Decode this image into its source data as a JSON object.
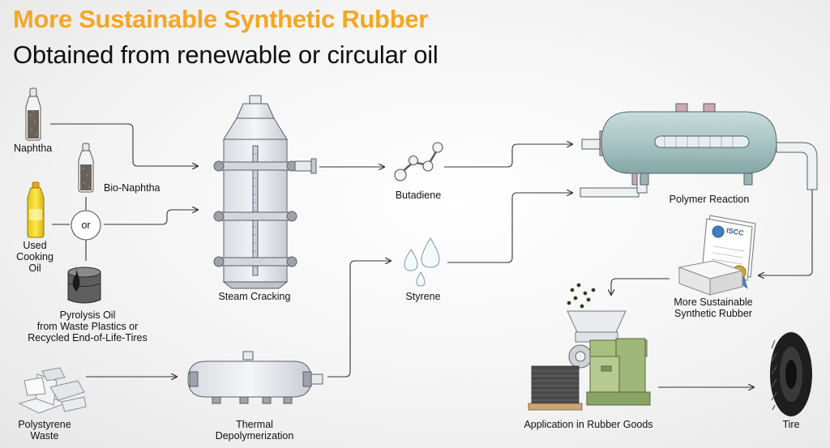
{
  "header": {
    "title": "More Sustainable Synthetic Rubber",
    "subtitle": "Obtained from renewable or circular oil"
  },
  "inputs": {
    "naphtha": "Naphtha",
    "bio_naphtha": "Bio-Naphtha",
    "or": "or",
    "used_cooking_oil": [
      "Used",
      "Cooking",
      "Oil"
    ],
    "pyrolysis_oil": [
      "Pyrolysis Oil",
      "from Waste Plastics or",
      "Recycled End-of-Life-Tires"
    ],
    "polystyrene_waste": [
      "Polystyrene",
      "Waste"
    ]
  },
  "processes": {
    "steam_cracking": "Steam Cracking",
    "thermal_depolymerization": [
      "Thermal",
      "Depolymerization"
    ],
    "butadiene": "Butadiene",
    "styrene": "Styrene",
    "polymer_reaction": "Polymer Reaction",
    "sustainable_rubber": [
      "More Sustainable",
      "Synthetic Rubber"
    ],
    "iscc_badge": "ISCC",
    "application": "Application in Rubber Goods",
    "tire": "Tire"
  },
  "colors": {
    "accent_orange": "#f5a623",
    "reactor_teal": "#a9c4c4",
    "machine_green": "#9fb87a",
    "arrow": "#333333"
  }
}
